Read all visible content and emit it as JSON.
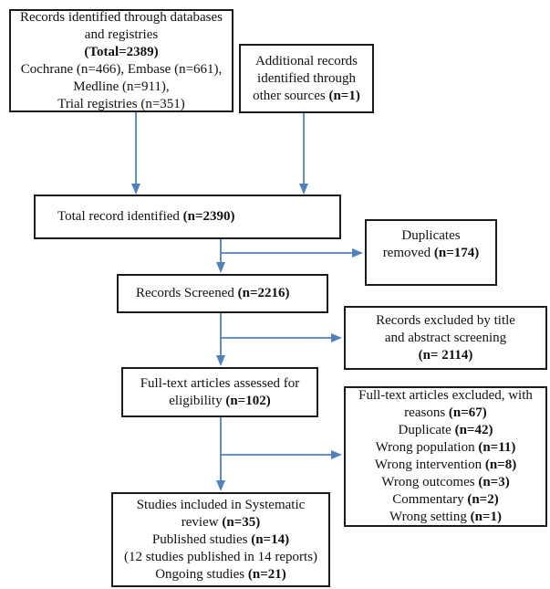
{
  "colors": {
    "arrow_blue": "#4f81bd",
    "box_border": "#1a1a1a",
    "text": "#111111",
    "background": "#ffffff"
  },
  "flowchart": {
    "identified_databases": {
      "total": 2389,
      "lines": [
        {
          "pre": "Records identified through databases"
        },
        {
          "pre": "and registries"
        },
        {
          "bold": "(Total=2389)"
        },
        {
          "pre": "Cochrane (n=466), Embase (n=661),"
        },
        {
          "pre": "Medline (n=911),"
        },
        {
          "pre": "Trial registries (n=351)"
        }
      ]
    },
    "identified_other": {
      "n": 1,
      "lines": [
        {
          "pre": "Additional records"
        },
        {
          "pre": "identified through"
        },
        {
          "pre": "other sources ",
          "bold": "(n=1)"
        }
      ]
    },
    "total_identified": {
      "n": 2390,
      "lines": [
        {
          "pre": "Total record identified  ",
          "bold": "(n=2390)"
        }
      ]
    },
    "duplicates_removed": {
      "n": 174,
      "lines": [
        {
          "pre": "Duplicates"
        },
        {
          "pre": "removed ",
          "bold": "(n=174)"
        }
      ]
    },
    "records_screened": {
      "n": 2216,
      "lines": [
        {
          "pre": "Records Screened ",
          "bold": "(n=2216)"
        }
      ]
    },
    "excluded_title_abstract": {
      "n": 2114,
      "lines": [
        {
          "pre": "Records excluded by title"
        },
        {
          "pre": "and abstract screening"
        },
        {
          "bold": "(n= 2114)"
        }
      ]
    },
    "fulltext_assessed": {
      "n": 102,
      "lines": [
        {
          "pre": "Full-text articles assessed for"
        },
        {
          "pre": "eligibility ",
          "bold": "(n=102)"
        }
      ]
    },
    "fulltext_excluded": {
      "n": 67,
      "lines": [
        {
          "pre": "Full-text articles excluded, with"
        },
        {
          "pre": "reasons ",
          "bold": "(n=67)"
        },
        {
          "pre": "Duplicate ",
          "bold": "(n=42)"
        },
        {
          "pre": "Wrong population ",
          "bold": "(n=11)"
        },
        {
          "pre": "Wrong intervention ",
          "bold": "(n=8)"
        },
        {
          "pre": "Wrong outcomes ",
          "bold": "(n=3)"
        },
        {
          "pre": "Commentary ",
          "bold": "(n=2)"
        },
        {
          "pre": "Wrong setting ",
          "bold": "(n=1)"
        }
      ]
    },
    "studies_included": {
      "n": 35,
      "lines": [
        {
          "pre": "Studies included in Systematic"
        },
        {
          "pre": "review ",
          "bold": "(n=35)"
        },
        {
          "pre": "Published studies ",
          "bold": "(n=14)"
        },
        {
          "pre": "(12 studies published in 14 reports)"
        },
        {
          "pre": "Ongoing studies ",
          "bold": "(n=21)"
        }
      ]
    }
  }
}
